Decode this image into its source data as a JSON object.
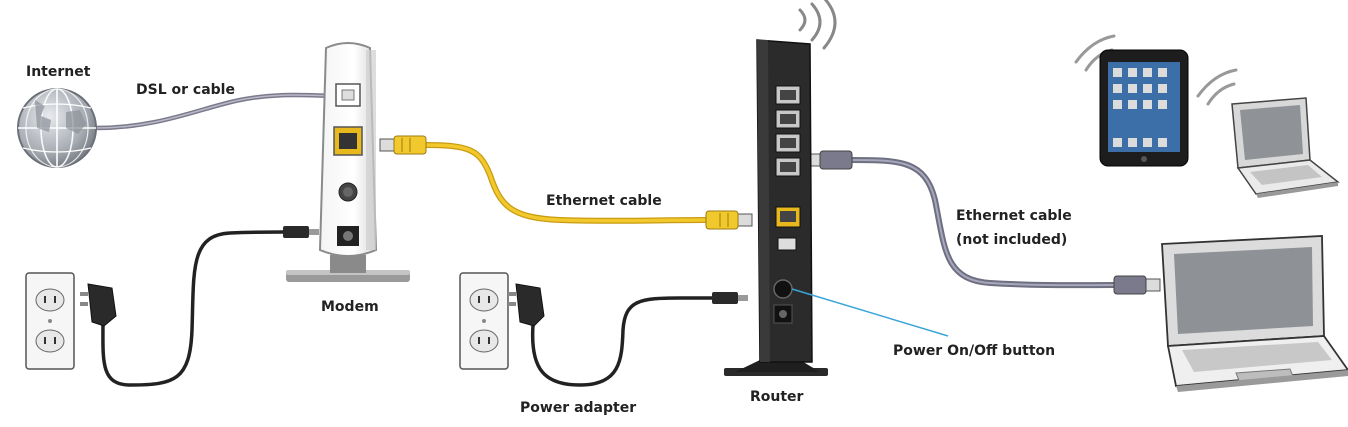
{
  "labels": {
    "internet": "Internet",
    "dsl_or_cable": "DSL or cable",
    "modem": "Modem",
    "ethernet_cable": "Ethernet cable",
    "power_adapter": "Power adapter",
    "router": "Router",
    "ethernet_cable_2_line1": "Ethernet cable",
    "ethernet_cable_2_line2": "(not included)",
    "power_button": "Power On/Off button"
  },
  "colors": {
    "ethernet_yellow": "#f2c92c",
    "cable_gray": "#7a7a8c",
    "power_cord": "#222222",
    "router_body": "#2b2b2b",
    "callout_blue": "#3aa5d8",
    "globe_gray": "#9aa0a8"
  }
}
